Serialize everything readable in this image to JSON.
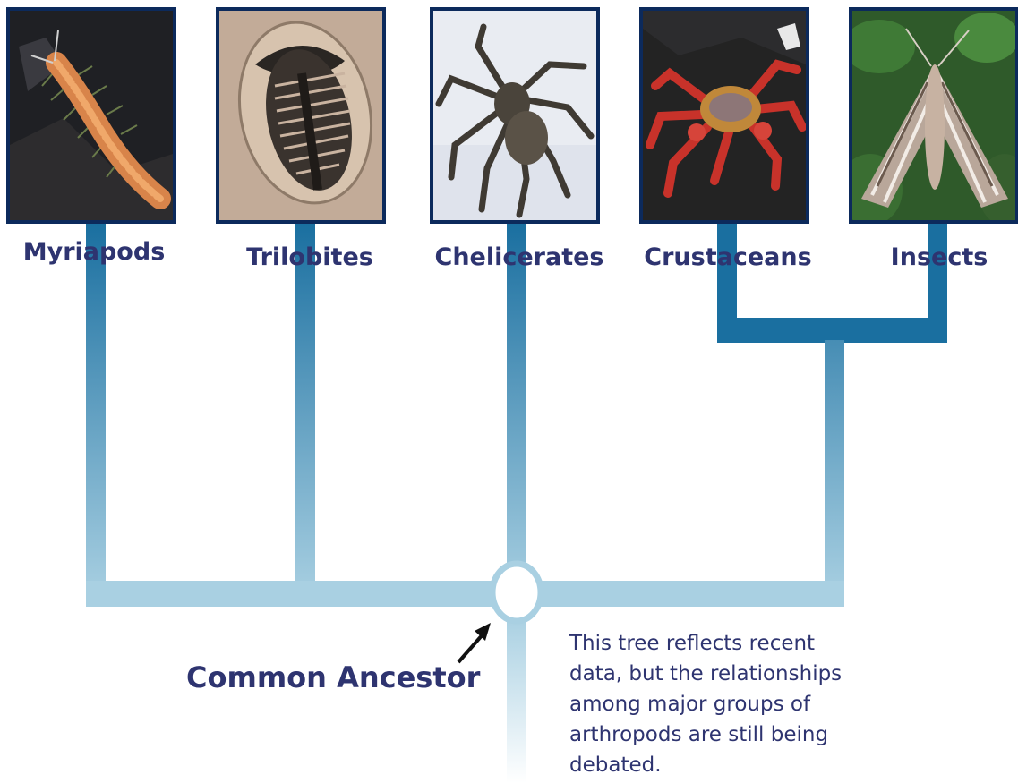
{
  "groups": [
    {
      "name": "Myriapods",
      "image": "millipede"
    },
    {
      "name": "Trilobites",
      "image": "trilobite-fossil"
    },
    {
      "name": "Chelicerates",
      "image": "spider"
    },
    {
      "name": "Crustaceans",
      "image": "crab"
    },
    {
      "name": "Insects",
      "image": "moth"
    }
  ],
  "ancestor_label": "Common Ancestor",
  "note": "This tree reflects recent data, but the relationships among major groups of arthropods are still being debated.",
  "colors": {
    "branch_dark": "#1a6fa0",
    "branch_light": "#a9d0e2",
    "label": "#2e3470",
    "frame": "#0c2a5c"
  }
}
